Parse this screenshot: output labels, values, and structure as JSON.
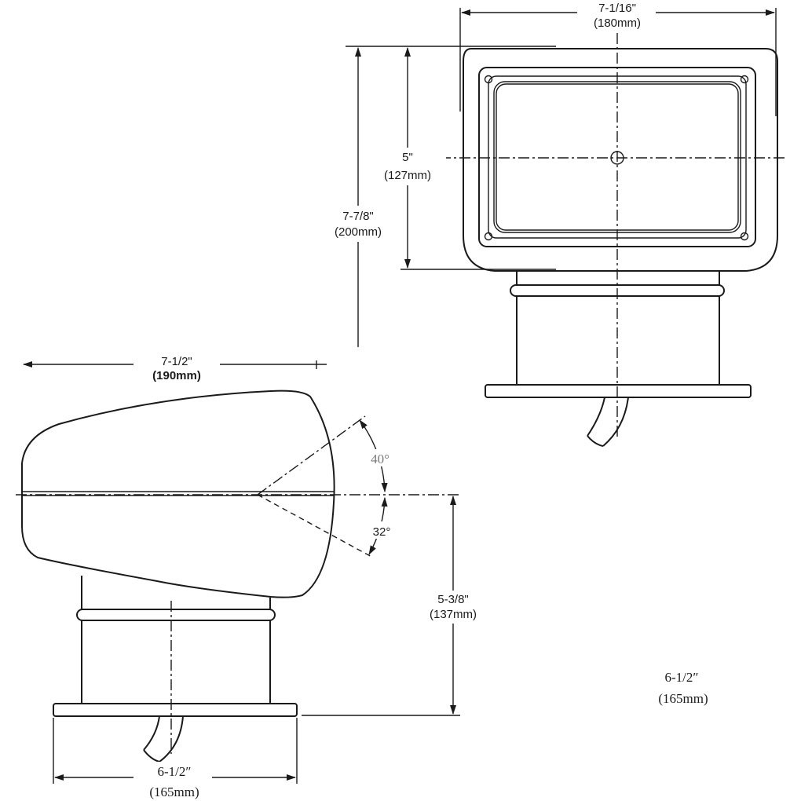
{
  "dimensions": {
    "top_width": {
      "inches": "7-1/16\"",
      "mm": "(180mm)"
    },
    "lens_height": {
      "inches": "5\"",
      "mm": "(127mm)"
    },
    "total_height": {
      "inches": "7-7/8\"",
      "mm": "(200mm)"
    },
    "side_length": {
      "inches": "7-1/2\"",
      "mm": "(190mm)"
    },
    "tilt_up": "40°",
    "tilt_down": "32°",
    "base_height": {
      "inches": "5-3/8\"",
      "mm": "(137mm)"
    },
    "base_width": {
      "inches": "6-1/2″",
      "mm": "(165mm)"
    },
    "base_width_note": {
      "inches": "6-1/2″",
      "mm": "(165mm)"
    }
  }
}
